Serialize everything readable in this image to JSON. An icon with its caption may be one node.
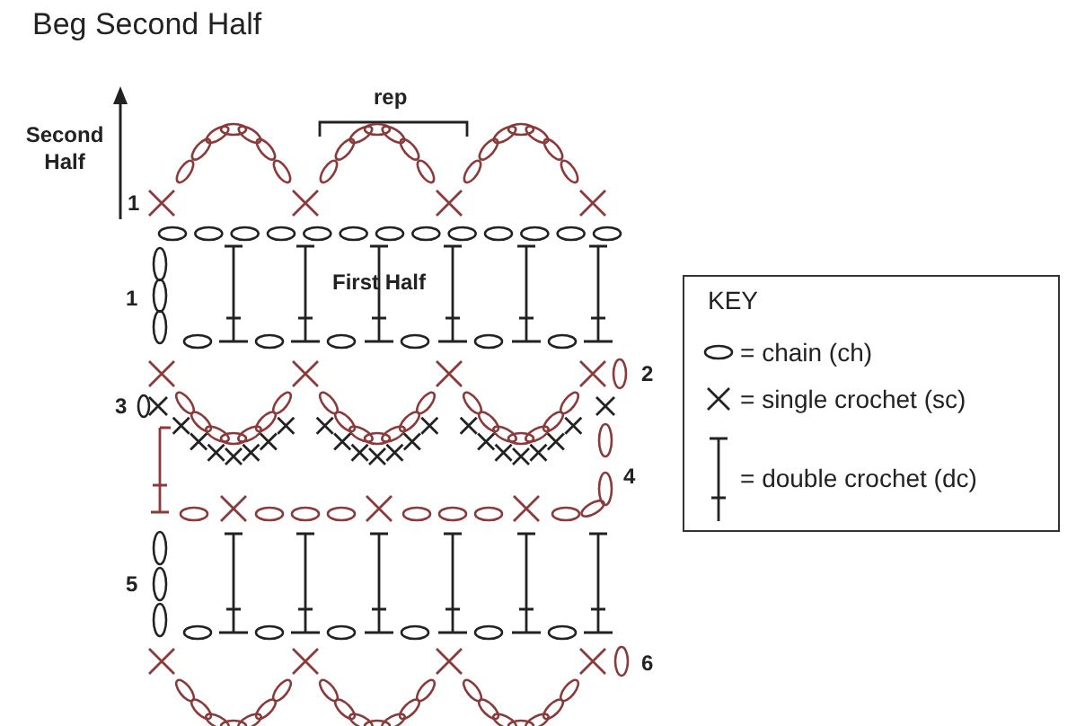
{
  "diagram": {
    "title": "Beg Second Half",
    "labels": [
      "Second Half",
      "rep",
      "1",
      "1",
      "First Half",
      "KEY",
      "2",
      "3",
      "4",
      "5",
      "6"
    ],
    "legend": [
      {
        "text": "= chain (ch)"
      },
      {
        "text": "= single crochet (sc)"
      },
      {
        "text": "= double crochet (dc)"
      }
    ]
  }
}
